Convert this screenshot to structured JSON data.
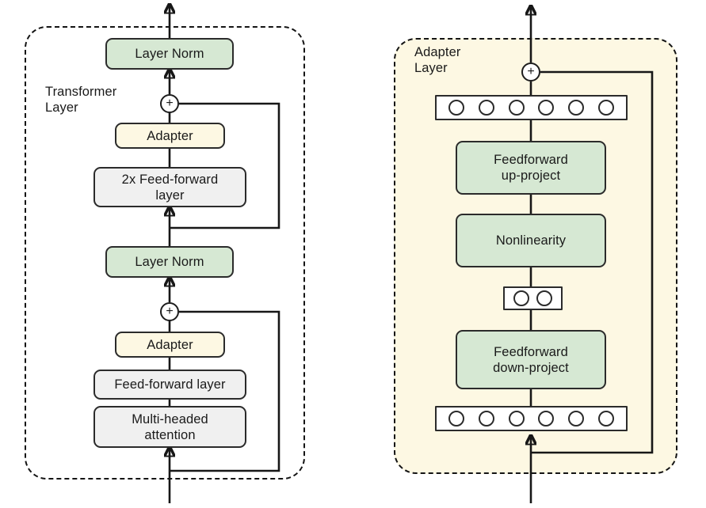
{
  "figure": {
    "type": "architecture-diagram",
    "title": "Adapter module integration inside a Transformer layer",
    "panels": 2
  },
  "colors": {
    "green_fill": "#d6e8d3",
    "gray_fill": "#f0f0f0",
    "cream_fill": "#fdf8e3",
    "panel_fill_right": "#fdf8e3",
    "panel_fill_left": "#ffffff",
    "stroke": "#2b2b2b",
    "wire": "#171717",
    "text": "#1a1a1a"
  },
  "left_panel": {
    "caption": "Transformer\nLayer",
    "blocks": [
      {
        "id": "layer-norm-top",
        "label": "Layer Norm",
        "fill": "green"
      },
      {
        "id": "adapter-top",
        "label": "Adapter",
        "fill": "cream"
      },
      {
        "id": "feed-forward-2x",
        "label": "2x Feed-forward\nlayer",
        "fill": "gray"
      },
      {
        "id": "layer-norm-bottom",
        "label": "Layer Norm",
        "fill": "green"
      },
      {
        "id": "adapter-bottom",
        "label": "Adapter",
        "fill": "cream"
      },
      {
        "id": "feed-forward-layer",
        "label": "Feed-forward layer",
        "fill": "gray"
      },
      {
        "id": "multi-headed-attention",
        "label": "Multi-headed\nattention",
        "fill": "gray"
      }
    ],
    "adders": [
      {
        "id": "add-top",
        "symbol": "+"
      },
      {
        "id": "add-bottom",
        "symbol": "+"
      }
    ],
    "skip_connections": 2
  },
  "right_panel": {
    "caption": "Adapter\nLayer",
    "blocks": [
      {
        "id": "feedforward-up-project",
        "label": "Feedforward\nup-project",
        "fill": "green"
      },
      {
        "id": "nonlinearity",
        "label": "Nonlinearity",
        "fill": "green"
      },
      {
        "id": "feedforward-down-project",
        "label": "Feedforward\ndown-project",
        "fill": "green"
      }
    ],
    "vectors": [
      {
        "id": "output-vector",
        "units": 6
      },
      {
        "id": "bottleneck-vector",
        "units": 2
      },
      {
        "id": "input-vector",
        "units": 6
      }
    ],
    "adders": [
      {
        "id": "add-adapter",
        "symbol": "+"
      }
    ],
    "skip_connections": 1
  }
}
